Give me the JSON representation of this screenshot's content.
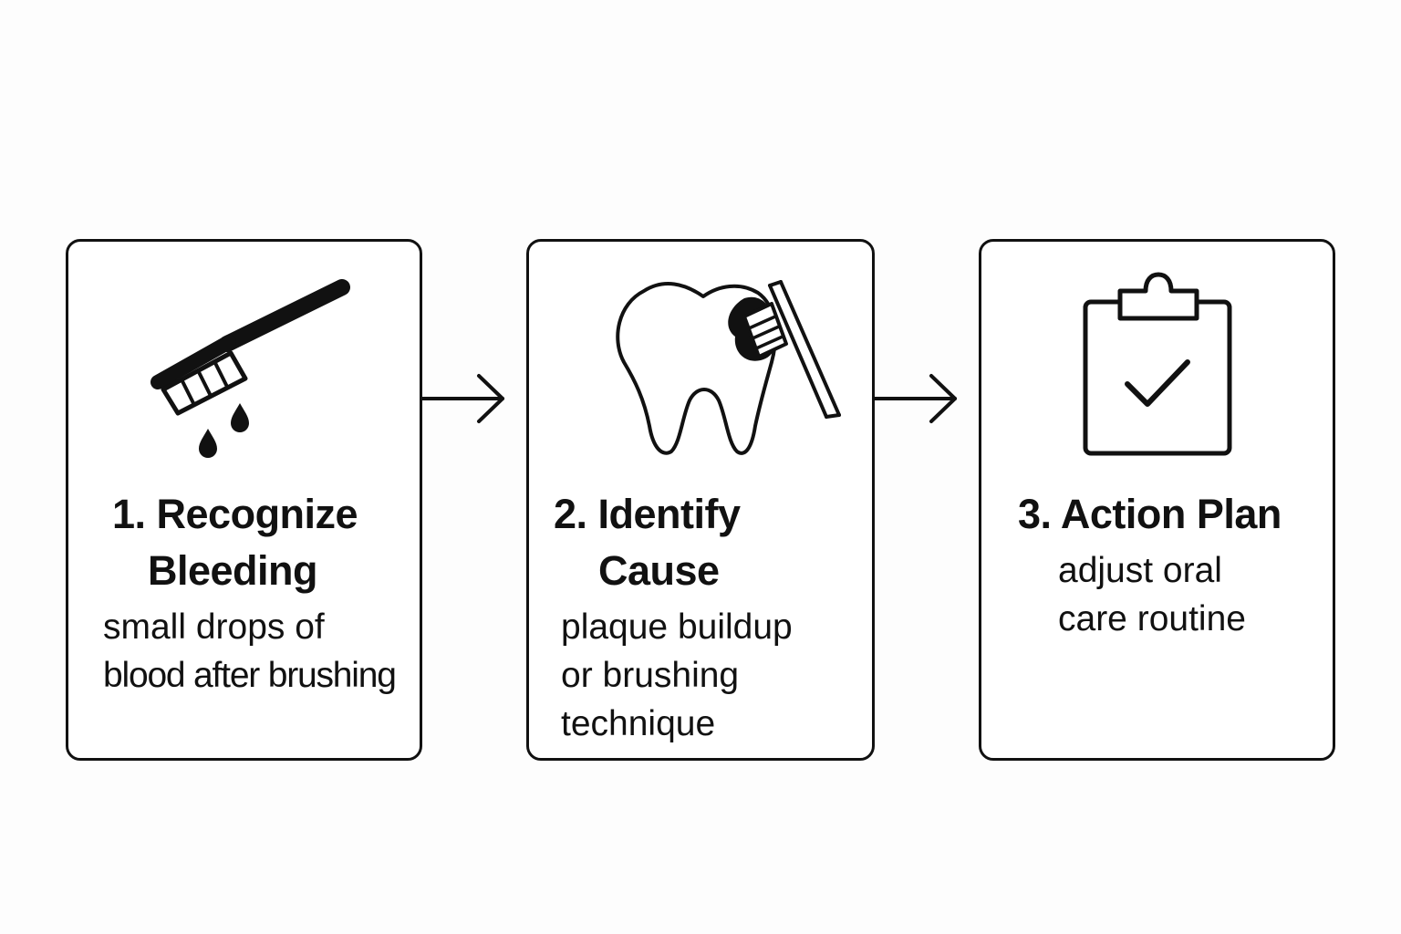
{
  "steps": [
    {
      "title_line1": "1. Recognize",
      "title_line2": "Bleeding",
      "desc_line1": "small drops of",
      "desc_line2": "blood after brushing",
      "icon": "toothbrush-bleeding-icon"
    },
    {
      "title_line1": "2. Identify",
      "title_line2": "Cause",
      "desc_line1": "plaque buildup",
      "desc_line2": "or brushing",
      "desc_line3": "technique",
      "icon": "tooth-plaque-brush-icon"
    },
    {
      "title_line1": "3. Action Plan",
      "desc_line1": "adjust oral",
      "desc_line2": "care routine",
      "icon": "clipboard-check-icon"
    }
  ],
  "connectors": [
    "arrow-right-icon",
    "arrow-right-icon"
  ],
  "colors": {
    "stroke": "#111111",
    "background": "#fdfdfd"
  }
}
